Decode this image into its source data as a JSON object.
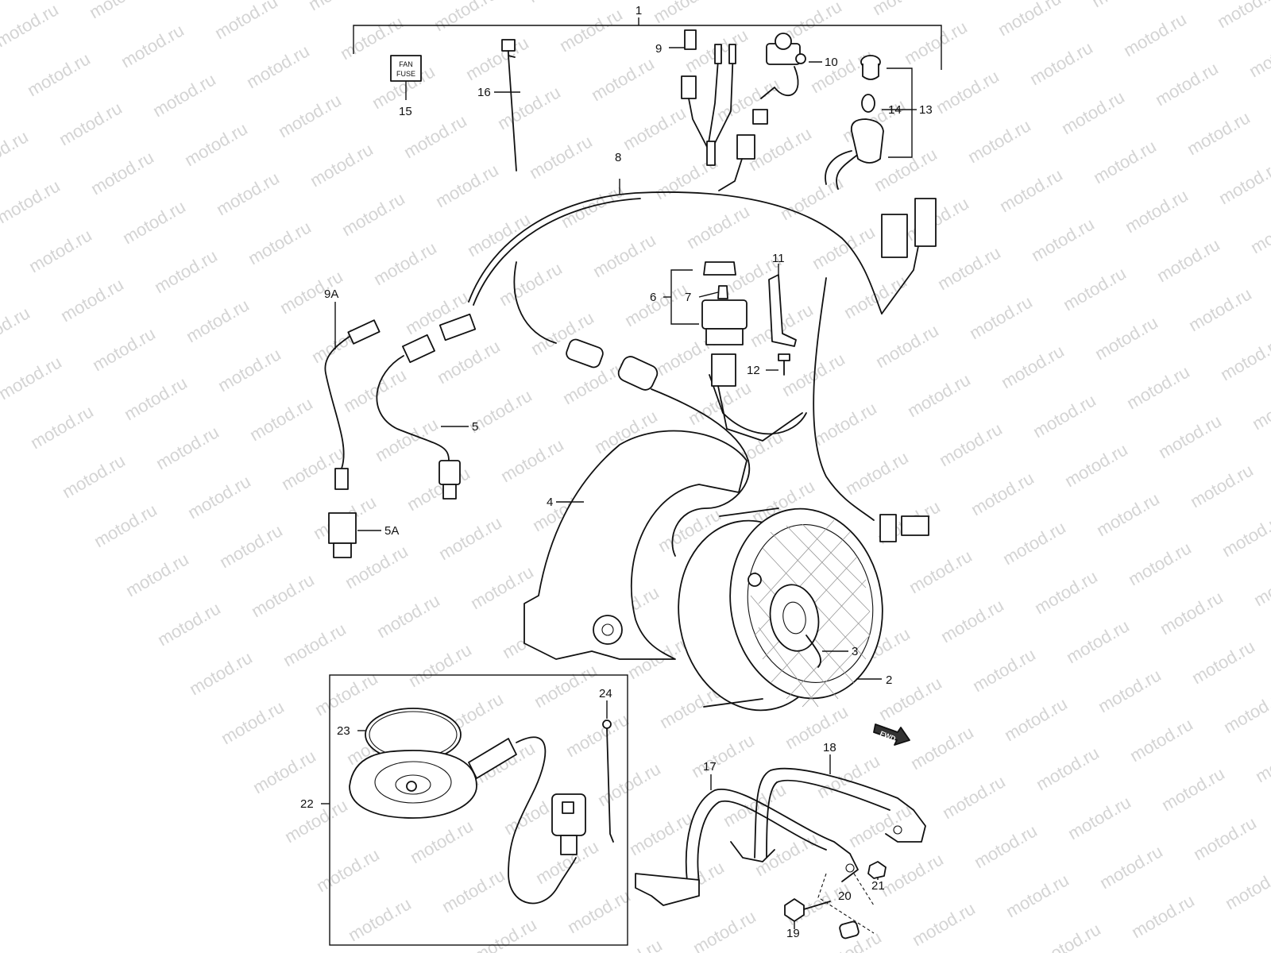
{
  "watermark": "motod.ru",
  "fuse_label_top": "FAN",
  "fuse_label_bottom": "FUSE",
  "fwd_label": "FWD",
  "callouts": {
    "c1": "1",
    "c2": "2",
    "c3": "3",
    "c4": "4",
    "c5": "5",
    "c5a": "5A",
    "c6": "6",
    "c7": "7",
    "c8": "8",
    "c9": "9",
    "c9a": "9A",
    "c10": "10",
    "c11": "11",
    "c12": "12",
    "c13": "13",
    "c14": "14",
    "c15": "15",
    "c16": "16",
    "c17": "17",
    "c18": "18",
    "c19": "19",
    "c20": "20",
    "c21": "21",
    "c22": "22",
    "c23": "23",
    "c24": "24"
  },
  "colors": {
    "line": "#111111",
    "watermark": "#d4d4d4",
    "background": "#ffffff"
  }
}
